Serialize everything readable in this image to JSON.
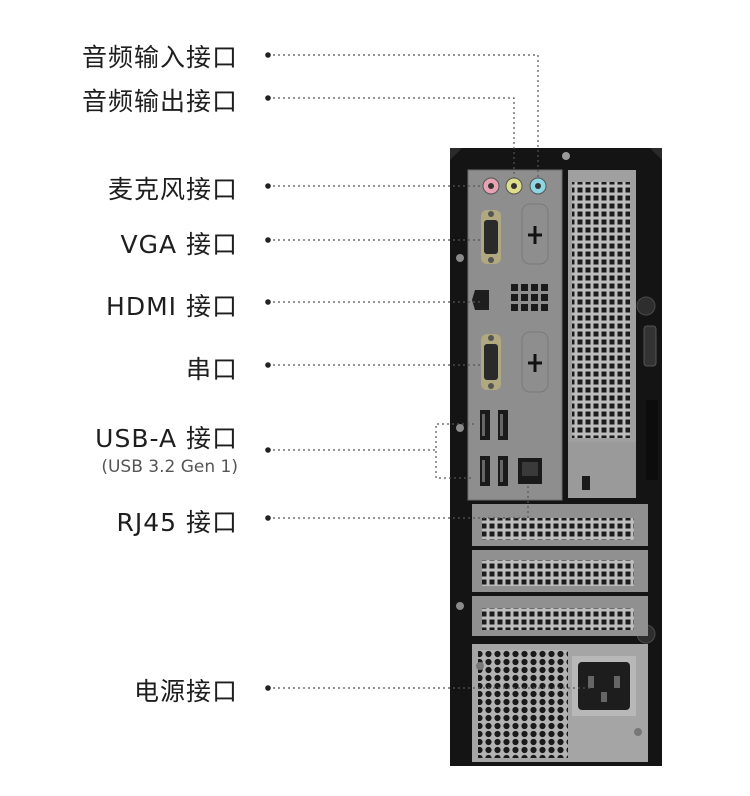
{
  "labels": {
    "audio_in": "音频输入接口",
    "audio_out": "音频输出接口",
    "mic": "麦克风接口",
    "vga": "VGA 接口",
    "hdmi": "HDMI 接口",
    "serial": "串口",
    "usb_a": "USB-A 接口",
    "usb_a_spec": "(USB 3.2 Gen 1)",
    "rj45": "RJ45 接口",
    "power": "电源接口"
  },
  "colors": {
    "chassis": "#141414",
    "panel": "#8e8e8e",
    "leader_line": "#555555",
    "audio_pink": "#e7a2b3",
    "audio_yellow": "#dede8a",
    "audio_cyan": "#8fd6e3"
  }
}
